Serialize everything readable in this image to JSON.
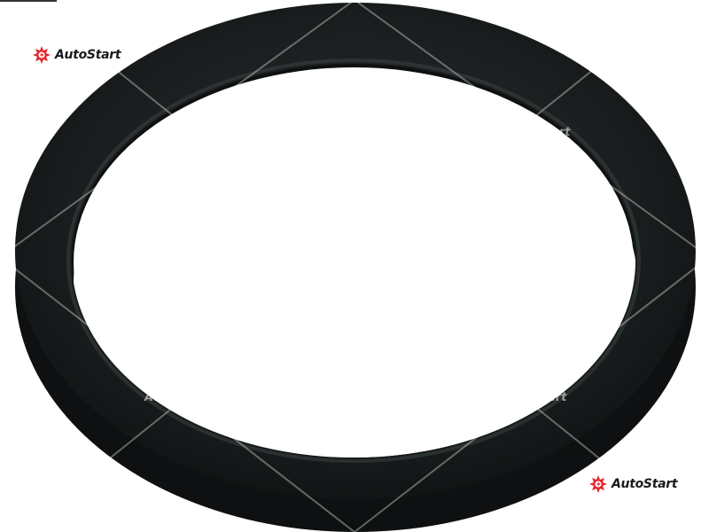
{
  "brand": {
    "name": "AutoStart",
    "accent_color": "#e2262b",
    "text_color": "#1a1a1a"
  },
  "watermarks": [
    {
      "text": "AutoStart"
    },
    {
      "text": "AutoStart"
    },
    {
      "text": "AutoStart"
    }
  ],
  "subject": {
    "icon": "rubber-sealing-ring",
    "ring_color": "#151819"
  }
}
